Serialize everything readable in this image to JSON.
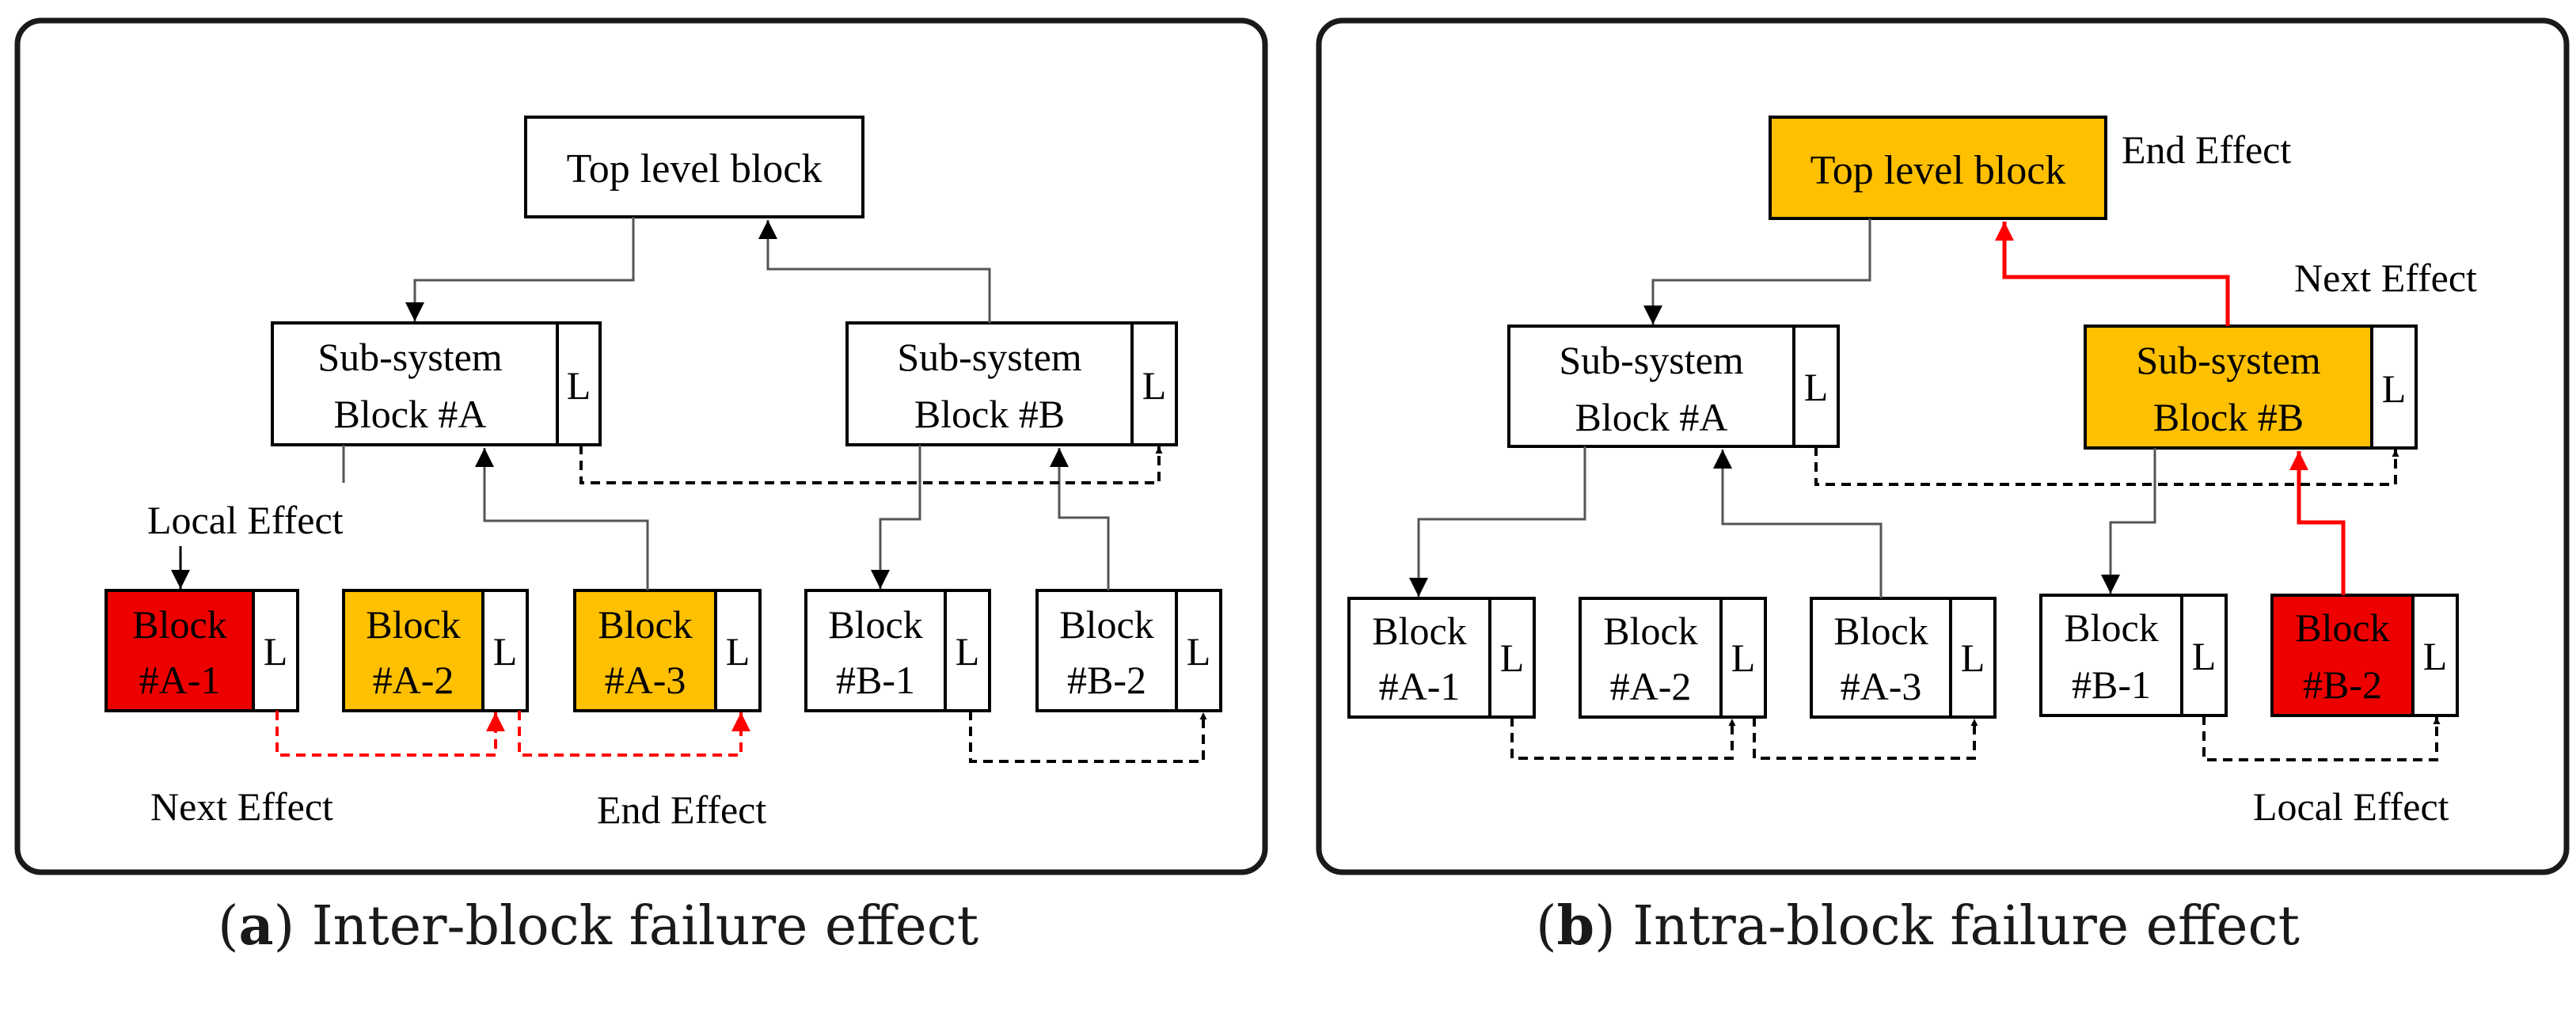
{
  "colors": {
    "failure_red": "#ee0000",
    "effect_orange": "#ffc000",
    "arrow_red": "#ff0000",
    "line_black": "#000000",
    "panel_border": "#1a1a1a"
  },
  "panel_a": {
    "top_block": "Top level block",
    "sub_a": [
      "Sub-system",
      "Block #A"
    ],
    "sub_b": [
      "Sub-system",
      "Block #B"
    ],
    "leaf_a1": [
      "Block",
      "#A-1"
    ],
    "leaf_a2": [
      "Block",
      "#A-2"
    ],
    "leaf_a3": [
      "Block",
      "#A-3"
    ],
    "leaf_b1": [
      "Block",
      "#B-1"
    ],
    "leaf_b2": [
      "Block",
      "#B-2"
    ],
    "l_label": "L",
    "local_effect": "Local Effect",
    "next_effect": "Next Effect",
    "end_effect": "End Effect",
    "caption_letter": "a",
    "caption_text": " Inter-block failure effect"
  },
  "panel_b": {
    "top_block": "Top level block",
    "sub_a": [
      "Sub-system",
      "Block #A"
    ],
    "sub_b": [
      "Sub-system",
      "Block #B"
    ],
    "leaf_a1": [
      "Block",
      "#A-1"
    ],
    "leaf_a2": [
      "Block",
      "#A-2"
    ],
    "leaf_a3": [
      "Block",
      "#A-3"
    ],
    "leaf_b1": [
      "Block",
      "#B-1"
    ],
    "leaf_b2": [
      "Block",
      "#B-2"
    ],
    "l_label": "L",
    "end_effect": "End Effect",
    "next_effect": "Next Effect",
    "local_effect": "Local Effect",
    "caption_letter": "b",
    "caption_text": " Intra-block failure effect"
  }
}
